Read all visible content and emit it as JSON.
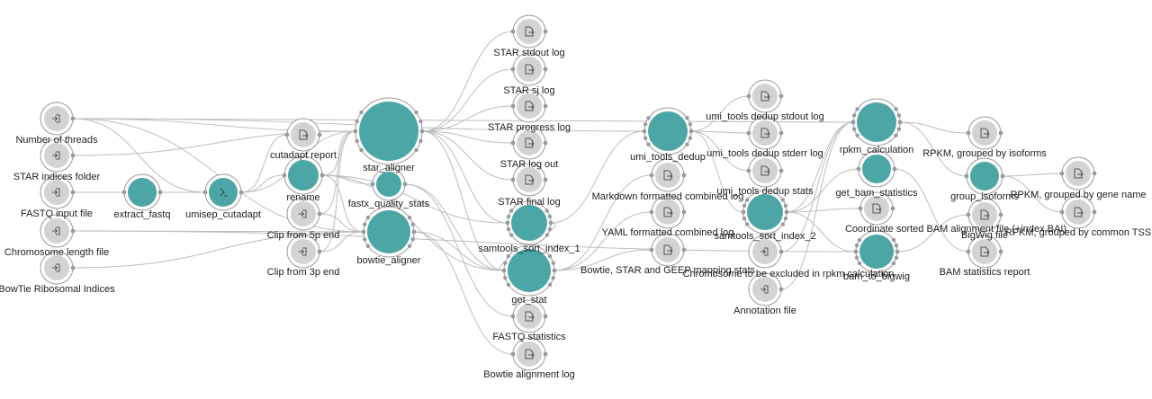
{
  "workflow": {
    "inputs": [
      {
        "id": "num_threads",
        "label": "Number of threads"
      },
      {
        "id": "star_idx",
        "label": "STAR indices folder"
      },
      {
        "id": "fastq_in",
        "label": "FASTQ input file"
      },
      {
        "id": "chrom_len",
        "label": "Chromosome length file"
      },
      {
        "id": "bowtie_idx",
        "label": "BowTie Ribosomal Indices"
      },
      {
        "id": "clip5",
        "label": "Clip from 5p end"
      },
      {
        "id": "clip3",
        "label": "Clip from 3p end"
      },
      {
        "id": "excl_chrom",
        "label": "Chromosome to be excluded in rpkm calculation"
      },
      {
        "id": "annot",
        "label": "Annotation file"
      }
    ],
    "steps": [
      {
        "id": "extract_fastq",
        "label": "extract_fastq"
      },
      {
        "id": "umisep",
        "label": "umisep_cutadapt"
      },
      {
        "id": "rename",
        "label": "rename"
      },
      {
        "id": "star_aligner",
        "label": "star_aligner"
      },
      {
        "id": "fastx",
        "label": "fastx_quality_stats"
      },
      {
        "id": "bowtie",
        "label": "bowtie_aligner"
      },
      {
        "id": "sts1",
        "label": "samtools_sort_index_1"
      },
      {
        "id": "get_stat",
        "label": "get_stat"
      },
      {
        "id": "umi_dedup",
        "label": "umi_tools_dedup"
      },
      {
        "id": "sts2",
        "label": "samtools_sort_index_2"
      },
      {
        "id": "rpkm",
        "label": "rpkm_calculation"
      },
      {
        "id": "bam_stats",
        "label": "get_bam_statistics"
      },
      {
        "id": "bigwig",
        "label": "bam_to_bigwig"
      },
      {
        "id": "group_iso",
        "label": "group_isoforms"
      }
    ],
    "outputs": [
      {
        "id": "o_cutadapt",
        "label": "cutadapt report"
      },
      {
        "id": "o_stdout",
        "label": "STAR stdout log"
      },
      {
        "id": "o_sj",
        "label": "STAR sj log"
      },
      {
        "id": "o_progress",
        "label": "STAR progress log"
      },
      {
        "id": "o_logout",
        "label": "STAR log out"
      },
      {
        "id": "o_final",
        "label": "STAR final log"
      },
      {
        "id": "o_fastqstat",
        "label": "FASTQ statistics"
      },
      {
        "id": "o_bowtielog",
        "label": "Bowtie alignment log"
      },
      {
        "id": "o_md",
        "label": "Markdown formatted combined log"
      },
      {
        "id": "o_yaml",
        "label": "YAML formatted combined log"
      },
      {
        "id": "o_mapstats",
        "label": "Bowtie, STAR and GEEP mapping stats"
      },
      {
        "id": "o_dedup_out",
        "label": "umi_tools dedup stdout log"
      },
      {
        "id": "o_dedup_err",
        "label": "umi_tools dedup stderr log"
      },
      {
        "id": "o_dedup_stats",
        "label": "umi_tools dedup stats"
      },
      {
        "id": "o_bam",
        "label": "Coordinate sorted BAM alignment file (+index BAI)"
      },
      {
        "id": "o_iso",
        "label": "RPKM, grouped by isoforms"
      },
      {
        "id": "o_gene",
        "label": "RPKM, grouped by gene name"
      },
      {
        "id": "o_tss",
        "label": "RPKM, grouped by common TSS"
      },
      {
        "id": "o_bigwig",
        "label": "BigWig file"
      },
      {
        "id": "o_bamstat",
        "label": "BAM statistics report"
      }
    ]
  },
  "colors": {
    "step_fill": "#4da6a6",
    "input_fill": "#d3d3d3",
    "output_fill": "#d3d3d3",
    "edge": "#bdbdbd",
    "port": "#9a9a9a",
    "text": "#222222"
  },
  "icons": {
    "input": "input-arrow-icon",
    "output": "output-file-icon",
    "step": "tool-step-icon"
  }
}
